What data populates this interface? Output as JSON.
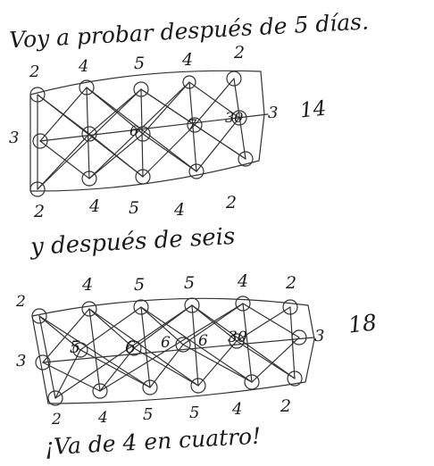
{
  "note": {
    "line1": "Voy a probar después de 5 días.",
    "line2": "y después de seis",
    "line3": "¡Va de 4 en cuatro!"
  },
  "grid1": {
    "top_row": [
      "2",
      "4",
      "5",
      "4",
      "2"
    ],
    "bottom_row": [
      "2",
      "4",
      "5",
      "4",
      "2"
    ],
    "left": "3",
    "right": "3",
    "middle": [
      "6",
      "7",
      "30"
    ],
    "total": "14"
  },
  "grid2": {
    "top_row": [
      "2",
      "4",
      "5",
      "5",
      "4",
      "2"
    ],
    "bottom_row": [
      "2",
      "4",
      "5",
      "5",
      "4",
      "2"
    ],
    "left": "3",
    "right": "3",
    "middle": [
      "5",
      "6",
      "6",
      "6",
      "30"
    ],
    "total": "18"
  },
  "colors": {
    "ink": "#1a1a1a",
    "paper": "#ffffff"
  }
}
